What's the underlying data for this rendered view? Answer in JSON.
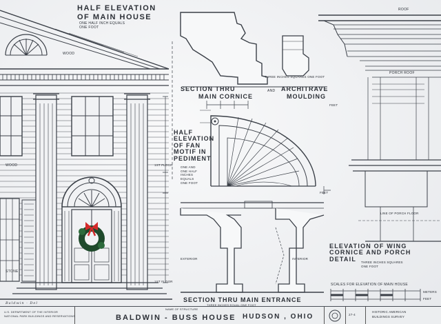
{
  "labels": {
    "half_elevation_title": [
      "HALF ELEVATION",
      "OF MAIN HOUSE"
    ],
    "half_elevation_scale": [
      "ONE HALF INCH EQUALS",
      "ONE FOOT"
    ],
    "wood_top": "WOOD",
    "wood_left": "WOOD",
    "stone": "STONE",
    "first_floor": "1ST FLOOR",
    "section_cornice_title": [
      "SECTION THRU",
      "MAIN CORNICE"
    ],
    "and_word": "AND",
    "architrave_title": [
      "ARCHITRAVE",
      "MOULDING"
    ],
    "three_inches_scale": "THREE INCHES SQUARES ONE FOOT",
    "feet": "FEET",
    "roof": "ROOF",
    "porch_roof": "PORCH ROOF",
    "fan_title": [
      "HALF",
      "ELEVATION",
      "OF FAN",
      "MOTIF IN",
      "PEDIMENT"
    ],
    "fan_scale": [
      "ONE AND",
      "ONE HALF",
      "INCHES",
      "EQUALS",
      "ONE FOOT"
    ],
    "exterior": "EXTERIOR",
    "interior": "INTERIOR",
    "line_of_porch_floor": "LINE OF PORCH FLOOR",
    "wing_title": [
      "ELEVATION OF WING",
      "CORNICE AND PORCH",
      "DETAIL"
    ],
    "wing_scale": [
      "THREE INCHES SQUARES",
      "ONE FOOT"
    ],
    "entrance_title": "SECTION THRU MAIN ENTRANCE",
    "entrance_scale": "THREE INCHES EQUAL ONE FOOT",
    "scales_caption": "SCALES FOR ELEVATION OF MAIN HOUSE",
    "scale_units": "METERS",
    "scale_feet": "FEET",
    "signature": "Baldwin - Del",
    "floor": "FLOOR"
  },
  "titleblock": {
    "dept": [
      "U.S. DEPARTMENT OF THE INTERIOR",
      "NATIONAL PARK BUILDINGS AND RESERVATIONS"
    ],
    "name_of_structure_label": "NAME OF STRUCTURE",
    "building_title": "BALDWIN - BUSS HOUSE",
    "city": "HUDSON , OHIO",
    "survey": [
      "HISTORIC AMERICAN",
      "BUILDINGS SURVEY"
    ],
    "survey_no": "27-4"
  },
  "colors": {
    "ink": "#2b2f36",
    "paper": "#f1f2f4",
    "wreath": "#1f4a2c",
    "bow": "#d42a2a"
  }
}
